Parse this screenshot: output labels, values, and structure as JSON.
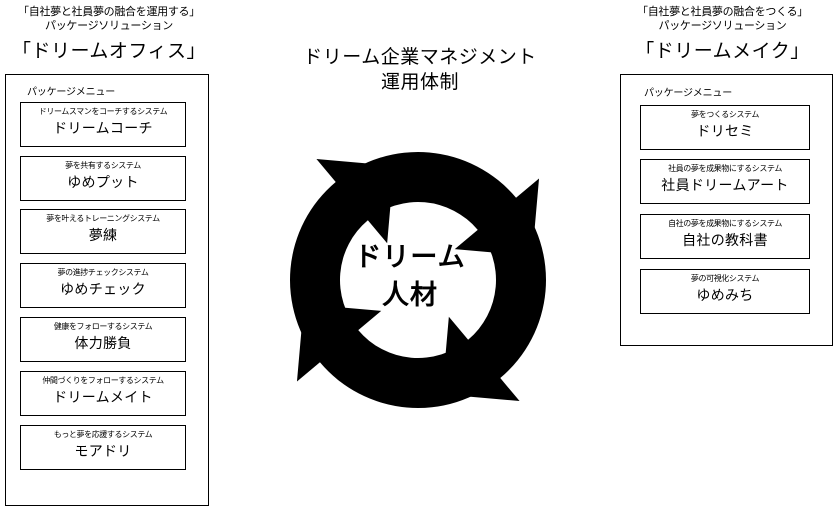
{
  "left": {
    "caption_1": "「自社夢と社員夢の融合を運用する」",
    "caption_2": "パッケージソリューション",
    "name": "「ドリームオフィス」",
    "menu_title": "パッケージメニュー",
    "items": [
      {
        "desc": "ドリームスマンをコーチするシステム",
        "name": "ドリームコーチ"
      },
      {
        "desc": "夢を共有するシステム",
        "name": "ゆめプット"
      },
      {
        "desc": "夢を叶えるトレーニングシステム",
        "name": "夢練"
      },
      {
        "desc": "夢の進捗チェックシステム",
        "name": "ゆめチェック"
      },
      {
        "desc": "健康をフォローするシステム",
        "name": "体力勝負"
      },
      {
        "desc": "仲間づくりをフォローするシステム",
        "name": "ドリームメイト"
      },
      {
        "desc": "もっと夢を応援するシステム",
        "name": "モアドリ"
      }
    ]
  },
  "right": {
    "caption_1": "「自社夢と社員夢の融合をつくる」",
    "caption_2": "パッケージソリューション",
    "name": "「ドリームメイク」",
    "menu_title": "パッケージメニュー",
    "items": [
      {
        "desc": "夢をつくるシステム",
        "name": "ドリセミ"
      },
      {
        "desc": "社員の夢を成果物にするシステム",
        "name": "社員ドリームアート"
      },
      {
        "desc": "自社の夢を成果物にするシステム",
        "name": "自社の教科書"
      },
      {
        "desc": "夢の可視化システム",
        "name": "ゆめみち"
      }
    ]
  },
  "center": {
    "title_1": "ドリーム企業マネジメント",
    "title_2": "運用体制",
    "word_1": "ドリーム",
    "word_2": "人材"
  }
}
